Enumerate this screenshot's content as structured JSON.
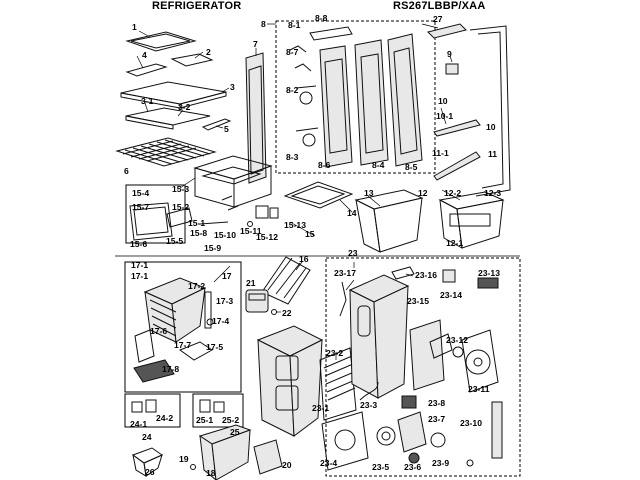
{
  "header": {
    "left_title": "REFRIGERATOR",
    "right_title": "RS267LBBP/XAA"
  },
  "labels": {
    "p1": "1",
    "p2": "2",
    "p3": "3",
    "p3_1": "3-1",
    "p3_2": "3-2",
    "p4": "4",
    "p5": "5",
    "p6": "6",
    "p7": "7",
    "p8": "8",
    "p8_1": "8-1",
    "p8_2": "8-2",
    "p8_3": "8-3",
    "p8_4": "8-4",
    "p8_5": "8-5",
    "p8_6": "8-6",
    "p8_7": "8-7",
    "p8_8": "8-8",
    "p9": "9",
    "p10": "10",
    "p10_1": "10-1",
    "p11": "11",
    "p11_1": "11-1",
    "p12": "12",
    "p12_1": "12-1",
    "p12_2": "12-2",
    "p12_3": "12-3",
    "p13": "13",
    "p14": "14",
    "p15": "15",
    "p15_1": "15-1",
    "p15_2": "15-2",
    "p15_3": "15-3",
    "p15_4": "15-4",
    "p15_5": "15-5",
    "p15_6": "15-6",
    "p15_7": "15-7",
    "p15_8": "15-8",
    "p15_9": "15-9",
    "p15_10": "15-10",
    "p15_11": "15-11",
    "p15_12": "15-12",
    "p15_13": "15-13",
    "p16": "16",
    "p17": "17",
    "p17_1": "17-1",
    "p17_2": "17-2",
    "p17_3": "17-3",
    "p17_4": "17-4",
    "p17_5": "17-5",
    "p17_6": "17-6",
    "p17_7": "17-7",
    "p17_8": "17-8",
    "p18": "18",
    "p19": "19",
    "p20": "20",
    "p21": "21",
    "p22": "22",
    "p23": "23",
    "p23_1": "23-1",
    "p23_2": "23-2",
    "p23_3": "23-3",
    "p23_4": "23-4",
    "p23_5": "23-5",
    "p23_6": "23-6",
    "p23_7": "23-7",
    "p23_8": "23-8",
    "p23_9": "23-9",
    "p23_10": "23-10",
    "p23_11": "23-11",
    "p23_12": "23-12",
    "p23_13": "23-13",
    "p23_14": "23-14",
    "p23_15": "23-15",
    "p23_16": "23-16",
    "p23_17": "23-17",
    "p24": "24",
    "p24_1": "24-1",
    "p24_2": "24-2",
    "p25": "25",
    "p25_1": "25-1",
    "p25_2": "25-2",
    "p26": "26",
    "p27": "27"
  }
}
